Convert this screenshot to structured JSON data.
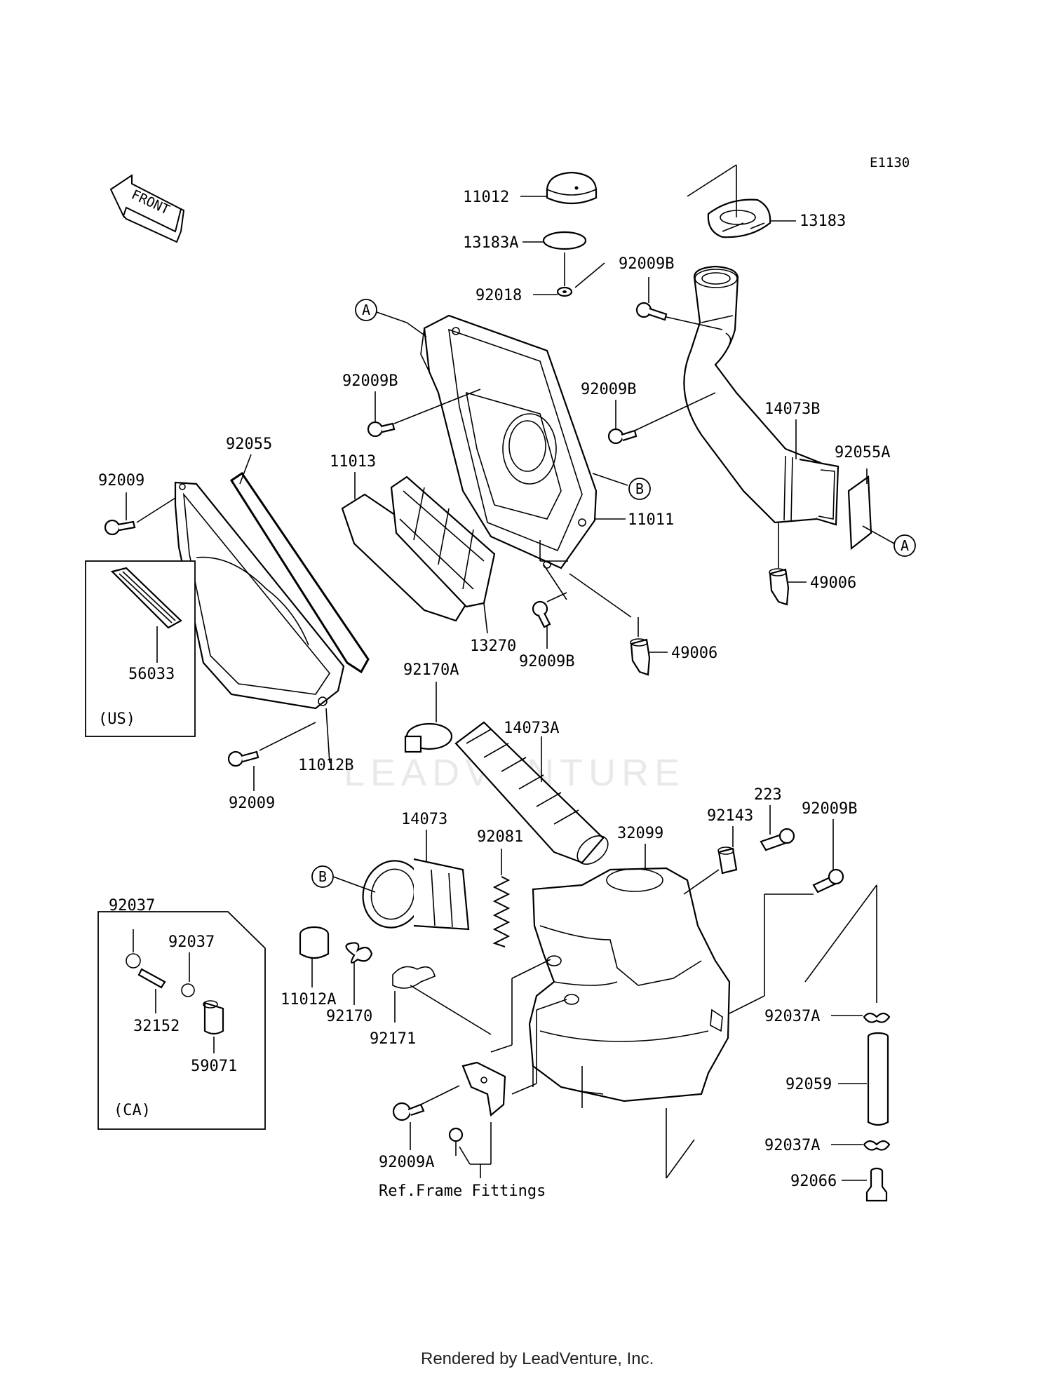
{
  "diagram_code": "E1130",
  "front_label": "FRONT",
  "watermark": "LEADVENTURE",
  "footer": "Rendered by LeadVenture, Inc.",
  "ref_note": "Ref.Frame Fittings",
  "box_us_label": "(US)",
  "box_ca_label": "(CA)",
  "markers": {
    "a": "A",
    "b": "B"
  },
  "labels": {
    "p11012": "11012",
    "p13183": "13183",
    "p13183A": "13183A",
    "p92018": "92018",
    "p92009B_top": "92009B",
    "p92009B_mid": "92009B",
    "p92009B_left": "92009B",
    "p14073B": "14073B",
    "p92055A": "92055A",
    "p92055": "92055",
    "p11013": "11013",
    "p92009_left": "92009",
    "p11011": "11011",
    "p49006_right": "49006",
    "p56033": "56033",
    "p13270": "13270",
    "p92009B_low": "92009B",
    "p49006_mid": "49006",
    "p92170A": "92170A",
    "p14073A": "14073A",
    "p11012B": "11012B",
    "p92009_low": "92009",
    "p14073": "14073",
    "p92081": "92081",
    "p32099": "32099",
    "p92143": "92143",
    "p223": "223",
    "p92009B_right": "92009B",
    "p92037_a": "92037",
    "p92037_b": "92037",
    "p32152": "32152",
    "p59071": "59071",
    "p11012A": "11012A",
    "p92170": "92170",
    "p92171": "92171",
    "p92037A_top": "92037A",
    "p92059": "92059",
    "p92037A_bot": "92037A",
    "p92066": "92066",
    "p92009A": "92009A"
  }
}
